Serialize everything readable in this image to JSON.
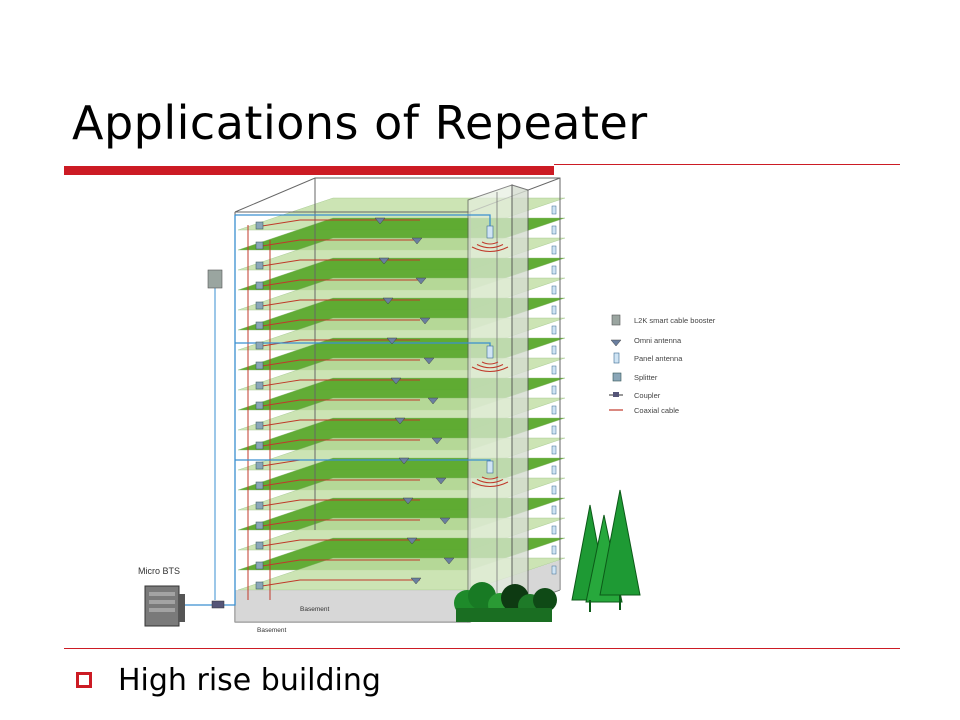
{
  "title": "Applications of Repeater",
  "bullet": "High rise building",
  "diagram": {
    "bts_label": "Micro BTS",
    "basement_labels": [
      "Basement",
      "Basement"
    ],
    "legend": [
      {
        "label": "L2K smart cable booster",
        "icon": "booster-icon"
      },
      {
        "label": "Omni antenna",
        "icon": "omni-antenna-icon"
      },
      {
        "label": "Panel antenna",
        "icon": "panel-antenna-icon"
      },
      {
        "label": "Splitter",
        "icon": "splitter-icon"
      },
      {
        "label": "Coupler",
        "icon": "coupler-icon"
      },
      {
        "label": "Coaxial cable",
        "icon": "coaxial-cable-icon"
      }
    ]
  },
  "colors": {
    "accent": "#cc1b24",
    "floor_dark": "#5aa82c",
    "floor_light": "#c4e0a8",
    "cable_red": "#c0392b",
    "cable_blue": "#3a8fd0"
  }
}
